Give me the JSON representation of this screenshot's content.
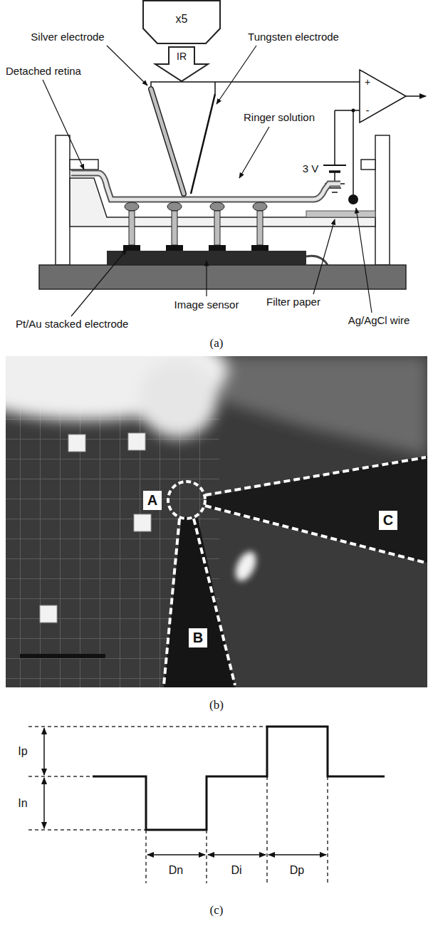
{
  "diagram": {
    "nodes": [
      {
        "text": [
          "x5"
        ]
      },
      {
        "text": [
          "A"
        ]
      },
      {
        "text": [
          "B"
        ]
      },
      {
        "text": [
          "C"
        ]
      }
    ],
    "labels": [
      "Silver electrode",
      "Tungsten electrode",
      "IR",
      "Detached retina",
      "Ringer solution",
      "+",
      "-",
      "3 V",
      "Image sensor",
      "Pt/Au stacked electrode",
      "Filter paper",
      "Ag/AgCl wire",
      "(a)",
      "(b)",
      "Ip",
      "In",
      "Dn",
      "Di",
      "Dp",
      "(c)"
    ]
  }
}
